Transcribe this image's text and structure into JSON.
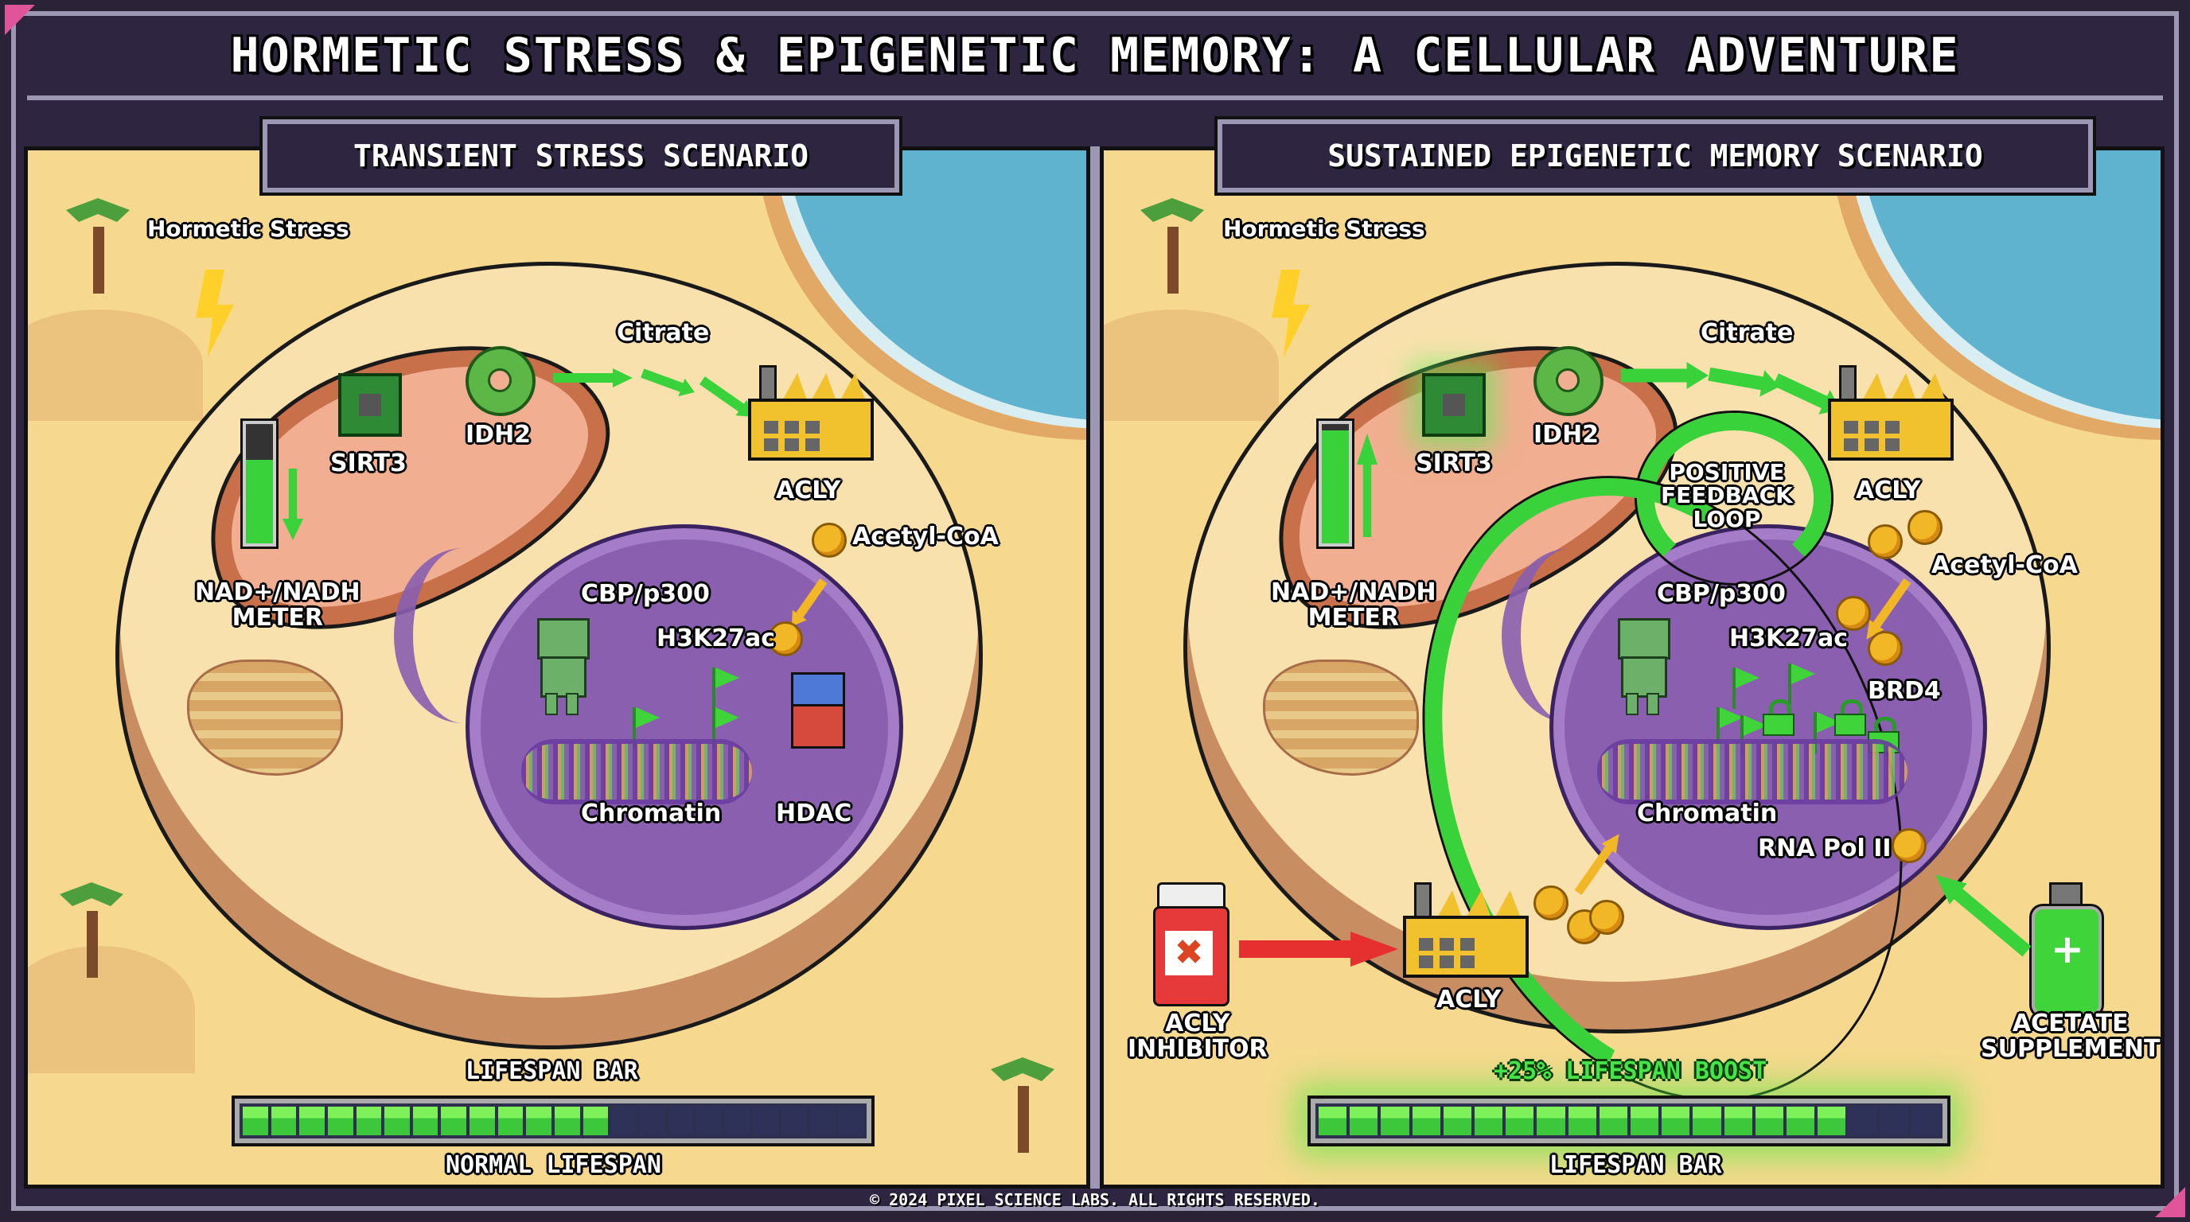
{
  "header": {
    "title": "HORMETIC STRESS & EPIGENETIC MEMORY: A CELLULAR ADVENTURE"
  },
  "panels": {
    "left": {
      "scenario_title": "TRANSIENT STRESS SCENARIO",
      "labels": {
        "hormetic_stress": "Hormetic Stress",
        "citrate": "Citrate",
        "sirt3": "SIRT3",
        "idh2": "IDH2",
        "acly": "ACLY",
        "acetyl_coa": "Acetyl-CoA",
        "nad_meter_line1": "NAD+/NADH",
        "nad_meter_line2": "METER",
        "cbp_p300": "CBP/p300",
        "h3k27ac": "H3K27ac",
        "chromatin": "Chromatin",
        "hdac": "HDAC"
      },
      "nad_meter": {
        "direction": "down",
        "fill_pct": 70
      },
      "lifespan_bar": {
        "title": "LIFESPAN BAR",
        "caption": "NORMAL LIFESPAN",
        "segments_total": 22,
        "segments_filled": 13
      }
    },
    "right": {
      "scenario_title": "SUSTAINED EPIGENETIC MEMORY SCENARIO",
      "labels": {
        "hormetic_stress": "Hormetic Stress",
        "citrate": "Citrate",
        "sirt3": "SIRT3",
        "idh2": "IDH2",
        "acly_top": "ACLY",
        "acly_bottom": "ACLY",
        "feedback_line1": "POSITIVE",
        "feedback_line2": "FEEDBACK",
        "feedback_line3": "LOOP",
        "acetyl_coa": "Acetyl-CoA",
        "nad_meter_line1": "NAD+/NADH",
        "nad_meter_line2": "METER",
        "cbp_p300": "CBP/p300",
        "h3k27ac": "H3K27ac",
        "brd4": "BRD4",
        "chromatin": "Chromatin",
        "rna_pol": "RNA Pol II",
        "inhibitor_line1": "ACLY",
        "inhibitor_line2": "INHIBITOR",
        "supplement_line1": "ACETATE",
        "supplement_line2": "SUPPLEMENT"
      },
      "nad_meter": {
        "direction": "up",
        "fill_pct": 95
      },
      "lifespan_bar": {
        "title": "+25% LIFESPAN BOOST",
        "caption": "LIFESPAN BAR",
        "segments_total": 20,
        "segments_filled": 17
      }
    }
  },
  "footer": {
    "copyright": "© 2024 PIXEL SCIENCE LABS. ALL RIGHTS RESERVED."
  },
  "colors": {
    "frame_bg": "#2e2640",
    "frame_border": "#9c98b4",
    "sand": "#f6d98e",
    "accent_green": "#39d23b",
    "accent_pink": "#e0559a",
    "nucleus_purple": "#8a5fb0",
    "inhibitor_red": "#e63030",
    "coin_gold": "#f2b726"
  },
  "icons": {
    "stress": "lightning-bolt-icon",
    "sirt3": "microchip-icon",
    "idh2": "gear-icon",
    "acly": "factory-icon",
    "acetyl_coa": "gold-coin-icon",
    "cbp_p300": "robot-with-trowel-icon",
    "h3k27ac": "green-flag-icon",
    "hdac": "eraser-character-icon",
    "brd4": "padlock-icon",
    "rna_pol": "cursor-arrow-icon",
    "inhibitor": "pill-bottle-x-icon",
    "supplement": "green-vial-plus-icon"
  }
}
